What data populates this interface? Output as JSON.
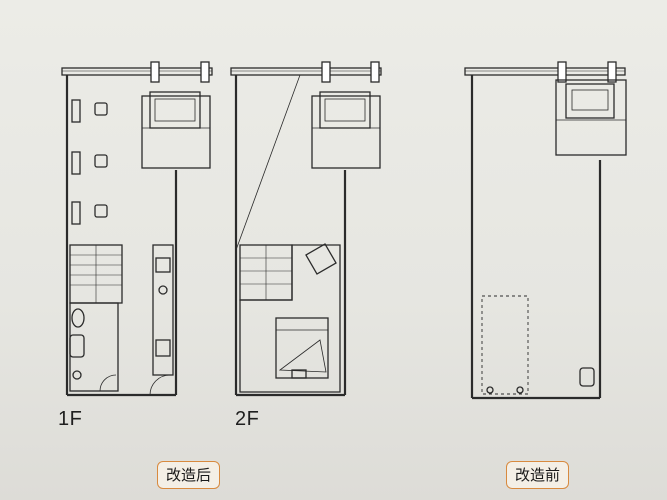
{
  "labels": {
    "floor_1": "1F",
    "floor_2": "2F",
    "after_renovation": "改造后",
    "before_renovation": "改造前"
  },
  "colors": {
    "wall": "#2b2b2b",
    "accent_tag_border": "#d88a3f",
    "paper": "#ecece7"
  }
}
